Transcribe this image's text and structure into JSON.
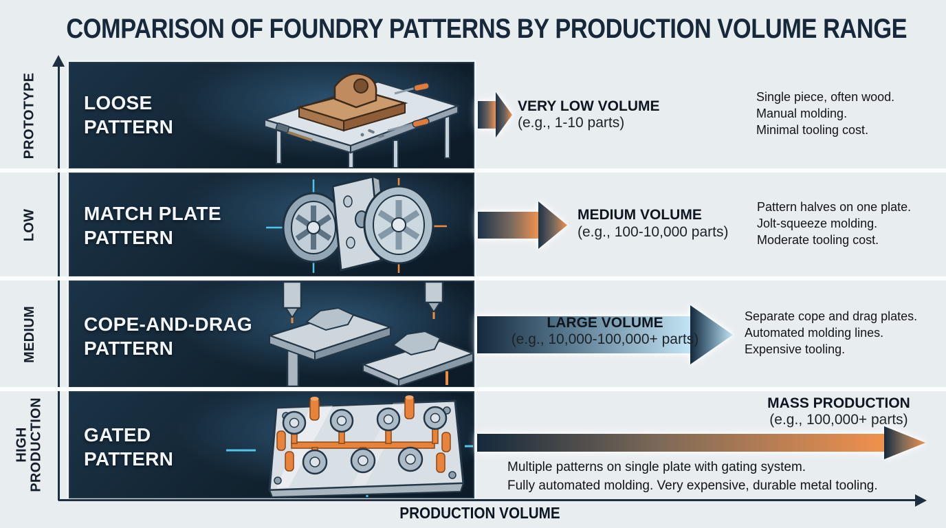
{
  "title": "COMPARISON OF FOUNDRY PATTERNS BY PRODUCTION VOLUME RANGE",
  "x_axis_label": "PRODUCTION VOLUME",
  "y_axis_labels": [
    "PROTOTYPE",
    "LOW",
    "MEDIUM",
    "HIGH PRODUCTION"
  ],
  "rows": [
    {
      "id": "loose-pattern",
      "name_line1": "LOOSE",
      "name_line2": "PATTERN",
      "axis_label": "PROTOTYPE",
      "volume_label": "VERY LOW VOLUME",
      "volume_range": "(e.g., 1-10 parts)",
      "notes": [
        "Single piece, often wood.",
        "Manual molding.",
        "Minimal tooling cost."
      ]
    },
    {
      "id": "match-plate-pattern",
      "name_line1": "MATCH PLATE",
      "name_line2": "PATTERN",
      "axis_label": "LOW",
      "volume_label": "MEDIUM VOLUME",
      "volume_range": "(e.g., 100-10,000 parts)",
      "notes": [
        "Pattern halves on one plate.",
        "Jolt-squeeze molding.",
        "Moderate tooling cost."
      ]
    },
    {
      "id": "cope-and-drag-pattern",
      "name_line1": "COPE-AND-DRAG",
      "name_line2": "PATTERN",
      "axis_label": "MEDIUM",
      "volume_label": "LARGE VOLUME",
      "volume_range": "(e.g., 10,000-100,000+ parts)",
      "notes": [
        "Separate cope and drag plates.",
        "Automated molding lines.",
        "Expensive tooling."
      ]
    },
    {
      "id": "gated-pattern",
      "name_line1": "GATED",
      "name_line2": "PATTERN",
      "axis_label": "HIGH PRODUCTION",
      "volume_label": "MASS PRODUCTION",
      "volume_range": "(e.g., 100,000+ parts)",
      "notes": [
        "Multiple patterns on single plate with gating system.",
        "Fully automated molding. Very expensive, durable metal tooling."
      ]
    }
  ],
  "icons": {
    "y_axis": "up-arrow",
    "x_axis": "right-arrow",
    "row_arrows": "gradient-right-arrow"
  },
  "colors": {
    "background": "#e8edf0",
    "panel_dark": "#11222f",
    "title_text": "#16283a",
    "arrow_navy": "#1c3349",
    "arrow_orange": "#f0914e",
    "arrow_lightblue": "#bfe2f2",
    "accent_cyan": "#4fc6e9",
    "accent_orange": "#e8833c"
  }
}
